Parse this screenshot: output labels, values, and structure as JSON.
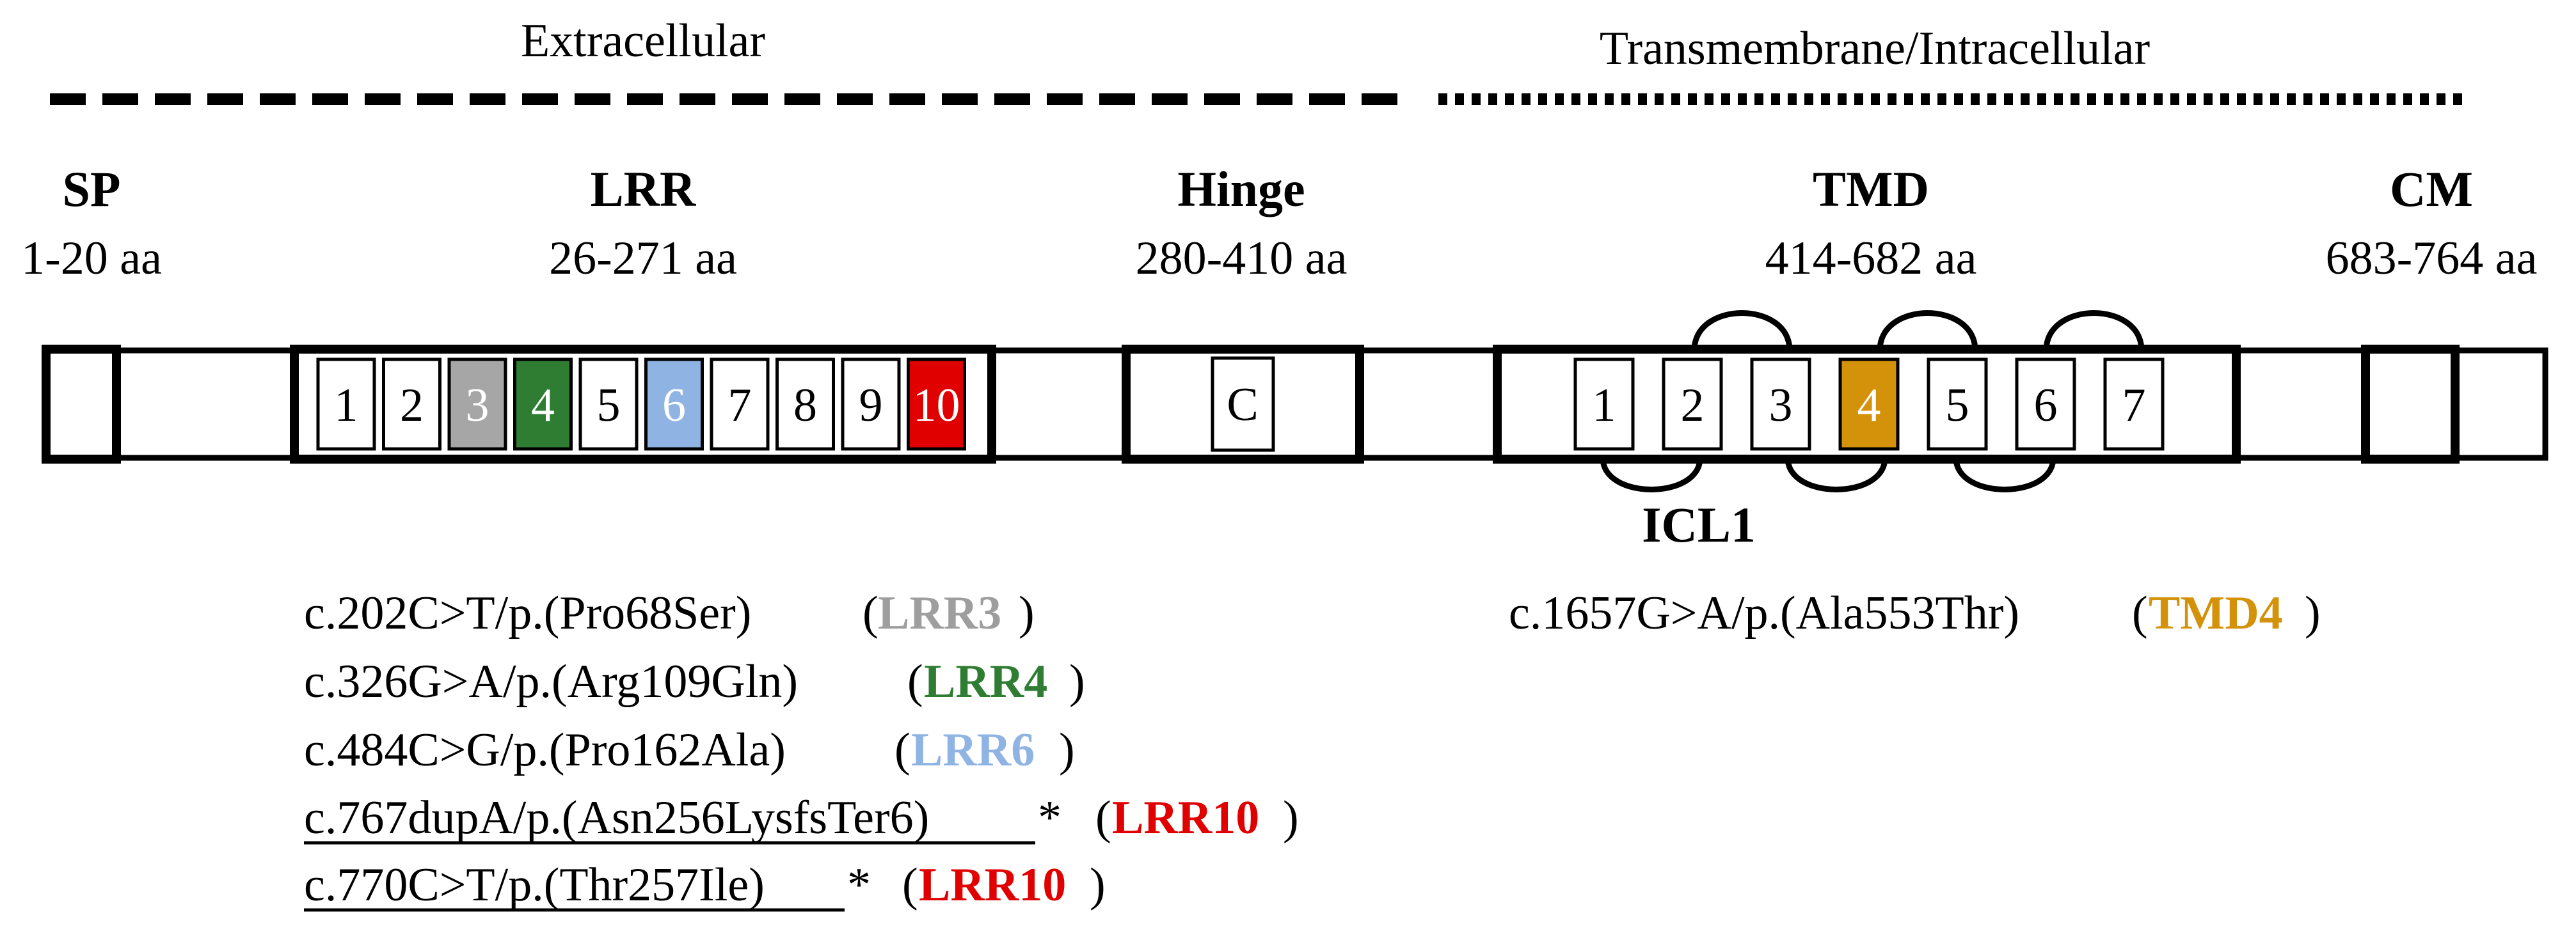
{
  "regions": {
    "extracellular": "Extracellular",
    "transmembrane": "Transmembrane/Intracellular"
  },
  "domains": [
    {
      "name": "SP",
      "range": "1-20 aa"
    },
    {
      "name": "LRR",
      "range": "26-271 aa"
    },
    {
      "name": "Hinge",
      "range": "280-410 aa"
    },
    {
      "name": "TMD",
      "range": "414-682 aa"
    },
    {
      "name": "CM",
      "range": "683-764 aa"
    }
  ],
  "lrr_repeats": [
    {
      "label": "1",
      "color": "#ffffff",
      "text_color": "#000000"
    },
    {
      "label": "2",
      "color": "#ffffff",
      "text_color": "#000000"
    },
    {
      "label": "3",
      "color": "#a6a6a6",
      "text_color": "#ffffff"
    },
    {
      "label": "4",
      "color": "#2e7d32",
      "text_color": "#ffffff"
    },
    {
      "label": "5",
      "color": "#ffffff",
      "text_color": "#000000"
    },
    {
      "label": "6",
      "color": "#8fb4e3",
      "text_color": "#ffffff"
    },
    {
      "label": "7",
      "color": "#ffffff",
      "text_color": "#000000"
    },
    {
      "label": "8",
      "color": "#ffffff",
      "text_color": "#000000"
    },
    {
      "label": "9",
      "color": "#ffffff",
      "text_color": "#000000"
    },
    {
      "label": "10",
      "color": "#e00000",
      "text_color": "#ffffff"
    }
  ],
  "hinge_label": "C",
  "tmd_segments": [
    {
      "label": "1",
      "color": "#ffffff",
      "text_color": "#000000"
    },
    {
      "label": "2",
      "color": "#ffffff",
      "text_color": "#000000"
    },
    {
      "label": "3",
      "color": "#ffffff",
      "text_color": "#000000"
    },
    {
      "label": "4",
      "color": "#d4920a",
      "text_color": "#ffffff"
    },
    {
      "label": "5",
      "color": "#ffffff",
      "text_color": "#000000"
    },
    {
      "label": "6",
      "color": "#ffffff",
      "text_color": "#000000"
    },
    {
      "label": "7",
      "color": "#ffffff",
      "text_color": "#000000"
    }
  ],
  "icl_label": "ICL1",
  "variants_lrr": [
    {
      "text": "c.202C>T/p.(Pro68Ser)",
      "star": "",
      "label": "LRR3",
      "color": "#9e9e9e",
      "underline": false
    },
    {
      "text": "c.326G>A/p.(Arg109Gln)",
      "star": "",
      "label": "LRR4",
      "color": "#2e7d32",
      "underline": false
    },
    {
      "text": "c.484C>G/p.(Pro162Ala)",
      "star": "",
      "label": "LRR6",
      "color": "#8fb4e3",
      "underline": false
    },
    {
      "text": "c.767dupA/p.(Asn256LysfsTer6)",
      "star": "*",
      "label": "LRR10",
      "color": "#e00000",
      "underline": true
    },
    {
      "text": "c.770C>T/p.(Thr257Ile)",
      "star": "*",
      "label": "LRR10",
      "color": "#e00000",
      "underline": true
    }
  ],
  "variants_tmd": [
    {
      "text": "c.1657G>A/p.(Ala553Thr)",
      "star": "",
      "label": "TMD4",
      "color": "#d4920a",
      "underline": false
    }
  ],
  "open_paren": "(",
  "close_paren": ")"
}
